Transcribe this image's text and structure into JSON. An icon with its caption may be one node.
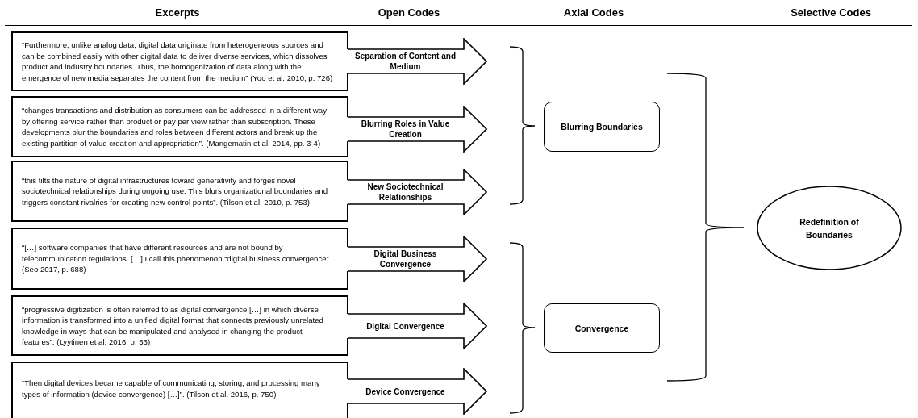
{
  "diagram": {
    "nodes": [
      {
        "text": [
          "“Furthermore, unlike analog data, digital data originate from heterogeneous sources and can be combined easily with other digital data to deliver diverse services, which dissolves product and industry boundaries. Thus, the homogenization of data along with the emergence of new media separates the content from the medium” (Yoo et al. 2010, p. 726)"
        ]
      },
      {
        "text": [
          "Separation of Content and Medium"
        ]
      },
      {
        "text": [
          "“changes transactions and distribution as consumers can be addressed in a different way by offering service rather than product or pay per view rather than subscription. These developments blur the boundaries and roles between different actors and break up the existing partition of value creation and appropriation”. (Mangematin et al. 2014, pp. 3-4)"
        ]
      },
      {
        "text": [
          "Blurring Roles in Value Creation"
        ]
      },
      {
        "text": [
          "“this tilts the nature of digital infrastructures toward generativity and forges novel sociotechnical relationships during ongoing use. This blurs organizational boundaries and triggers constant rivalries for creating new control points”. (Tilson et al. 2010, p. 753)"
        ]
      },
      {
        "text": [
          "New Sociotechnical Relationships"
        ]
      },
      {
        "text": [
          "“[…] software companies that have different resources and are not bound by telecommunication regulations. […] I call this phenomenon “digital business convergence”. (Seo 2017, p. 688)"
        ]
      },
      {
        "text": [
          "Digital Business Convergence"
        ]
      },
      {
        "text": [
          "“progressive digitization is often referred to as digital convergence […] in which diverse information is transformed into a unified digital format that connects previously unrelated knowledge in ways that can be manipulated and analysed in changing the product features”. (Lyytinen et al. 2016, p. 53)"
        ]
      },
      {
        "text": [
          "Digital Convergence"
        ]
      },
      {
        "text": [
          "“Then digital devices became capable of communicating, storing, and processing many types of information (device convergence) […]”. (Tilson et al. 2016, p. 750)"
        ]
      },
      {
        "text": [
          "Device Convergence"
        ]
      },
      {
        "text": [
          "Blurring Boundaries"
        ]
      },
      {
        "text": [
          "Convergence"
        ]
      },
      {
        "text": [
          "Redefinition of Boundaries"
        ]
      }
    ],
    "labels": [
      "Excerpts",
      "Open Codes",
      "Axial Codes",
      "Selective Codes"
    ]
  }
}
